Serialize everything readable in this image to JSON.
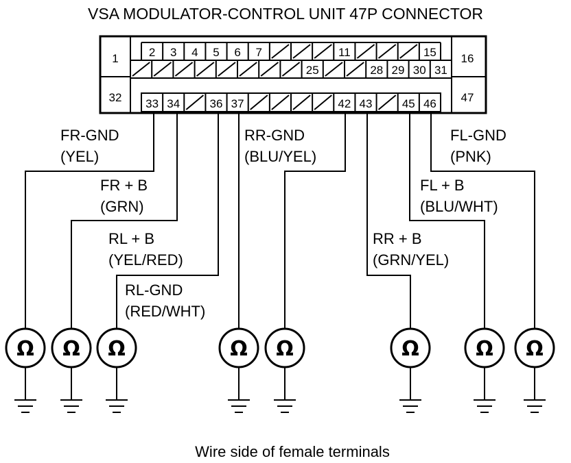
{
  "title": "VSA MODULATOR-CONTROL UNIT 47P CONNECTOR",
  "footer": "Wire side of female terminals",
  "connector": {
    "side_pins": {
      "p1": "1",
      "p16": "16",
      "p32": "32",
      "p47": "47"
    },
    "row1": [
      "2",
      "3",
      "4",
      "5",
      "6",
      "7",
      "",
      "",
      "",
      "11",
      "",
      "",
      "",
      "15"
    ],
    "row2": [
      "",
      "",
      "",
      "",
      "",
      "",
      "",
      "",
      "25",
      "",
      "",
      "28",
      "29",
      "30",
      "31"
    ],
    "row3": [
      "33",
      "34",
      "",
      "36",
      "37",
      "",
      "",
      "",
      "",
      "42",
      "43",
      "",
      "45",
      "46"
    ]
  },
  "wires": {
    "fr_gnd": {
      "name": "FR-GND",
      "color": "(YEL)"
    },
    "fr_b": {
      "name": "FR  + B",
      "color": "(GRN)"
    },
    "rl_b": {
      "name": "RL  + B",
      "color": "(YEL/RED)"
    },
    "rl_gnd": {
      "name": "RL-GND",
      "color": "(RED/WHT)"
    },
    "rr_gnd": {
      "name": "RR-GND",
      "color": "(BLU/YEL)"
    },
    "rr_b": {
      "name": "RR  + B",
      "color": "(GRN/YEL)"
    },
    "fl_b": {
      "name": "FL  + B",
      "color": "(BLU/WHT)"
    },
    "fl_gnd": {
      "name": "FL-GND",
      "color": "(PNK)"
    }
  },
  "meter_symbol": "Ω"
}
